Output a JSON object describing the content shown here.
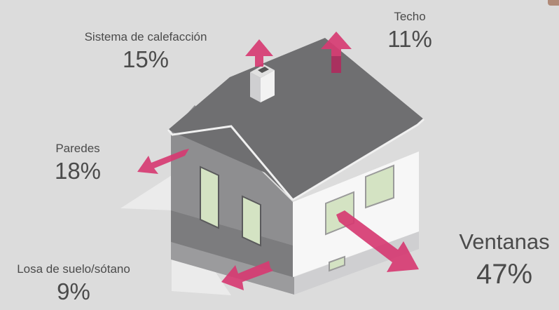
{
  "diagram": {
    "corner_text": "...",
    "colors": {
      "background": "#dcdcdc",
      "arrow": "#d63b72",
      "roof": "#6f6f71",
      "wall_shaded": "#8e8e90",
      "wall_white": "#f7f7f7",
      "window": "#d4e3c3",
      "text": "#4b4b4b"
    },
    "labels": {
      "calefaccion": {
        "name": "Sistema de calefacción",
        "pct": "15%"
      },
      "techo": {
        "name": "Techo",
        "pct": "11%"
      },
      "paredes": {
        "name": "Paredes",
        "pct": "18%"
      },
      "losa": {
        "name": "Losa de suelo/sótano",
        "pct": "9%"
      },
      "ventanas": {
        "name": "Ventanas",
        "pct": "47%"
      }
    }
  }
}
